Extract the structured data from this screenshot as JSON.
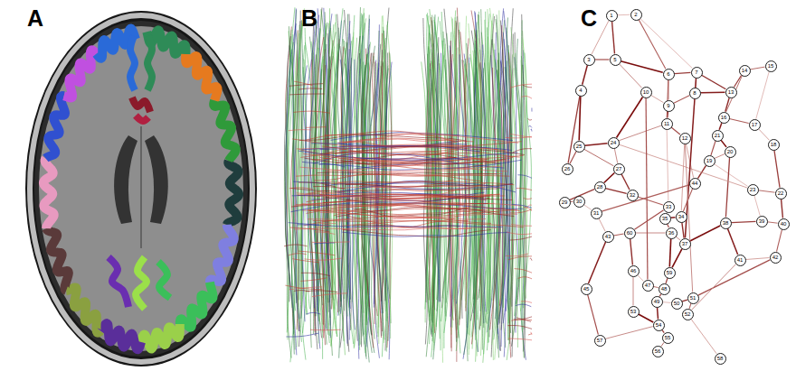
{
  "diagram": {
    "nodes": [
      {
        "text": [
          "1"
        ]
      },
      {
        "text": [
          "2"
        ]
      },
      {
        "text": [
          "3"
        ]
      },
      {
        "text": [
          "4"
        ]
      },
      {
        "text": [
          "5"
        ]
      },
      {
        "text": [
          "6"
        ]
      },
      {
        "text": [
          "7"
        ]
      },
      {
        "text": [
          "8"
        ]
      },
      {
        "text": [
          "9"
        ]
      },
      {
        "text": [
          "10"
        ]
      },
      {
        "text": [
          "11"
        ]
      },
      {
        "text": [
          "12"
        ]
      },
      {
        "text": [
          "13"
        ]
      },
      {
        "text": [
          "14"
        ]
      },
      {
        "text": [
          "15"
        ]
      },
      {
        "text": [
          "16"
        ]
      },
      {
        "text": [
          "17"
        ]
      },
      {
        "text": [
          "18"
        ]
      },
      {
        "text": [
          "19"
        ]
      },
      {
        "text": [
          "20"
        ]
      },
      {
        "text": [
          "21"
        ]
      },
      {
        "text": [
          "22"
        ]
      },
      {
        "text": [
          "23"
        ]
      },
      {
        "text": [
          "24"
        ]
      },
      {
        "text": [
          "25"
        ]
      },
      {
        "text": [
          "26"
        ]
      },
      {
        "text": [
          "27"
        ]
      },
      {
        "text": [
          "28"
        ]
      },
      {
        "text": [
          "29"
        ]
      },
      {
        "text": [
          "30"
        ]
      },
      {
        "text": [
          "31"
        ]
      },
      {
        "text": [
          "32"
        ]
      },
      {
        "text": [
          "33"
        ]
      },
      {
        "text": [
          "34"
        ]
      },
      {
        "text": [
          "35"
        ]
      },
      {
        "text": [
          "36"
        ]
      },
      {
        "text": [
          "37"
        ]
      },
      {
        "text": [
          "38"
        ]
      },
      {
        "text": [
          "39"
        ]
      },
      {
        "text": [
          "40"
        ]
      },
      {
        "text": [
          "41"
        ]
      },
      {
        "text": [
          "42"
        ]
      },
      {
        "text": [
          "43"
        ]
      },
      {
        "text": [
          "44"
        ]
      },
      {
        "text": [
          "45"
        ]
      },
      {
        "text": [
          "46"
        ]
      },
      {
        "text": [
          "47"
        ]
      },
      {
        "text": [
          "48"
        ]
      },
      {
        "text": [
          "49"
        ]
      },
      {
        "text": [
          "50"
        ]
      },
      {
        "text": [
          "51"
        ]
      },
      {
        "text": [
          "52"
        ]
      },
      {
        "text": [
          "53"
        ]
      },
      {
        "text": [
          "54"
        ]
      },
      {
        "text": [
          "55"
        ]
      },
      {
        "text": [
          "56"
        ]
      },
      {
        "text": [
          "57"
        ]
      },
      {
        "text": [
          "58"
        ]
      },
      {
        "text": [
          "59"
        ]
      },
      {
        "text": [
          "60"
        ]
      }
    ],
    "edges": [
      {
        "from": 0,
        "to": 1,
        "arrow": "none"
      },
      {
        "from": 0,
        "to": 4,
        "arrow": "none"
      },
      {
        "from": 1,
        "to": 5,
        "arrow": "none"
      },
      {
        "from": 0,
        "to": 2,
        "arrow": "none"
      },
      {
        "from": 2,
        "to": 3,
        "arrow": "none"
      },
      {
        "from": 2,
        "to": 4,
        "arrow": "none"
      },
      {
        "from": 4,
        "to": 9,
        "arrow": "none"
      },
      {
        "from": 4,
        "to": 5,
        "arrow": "none"
      },
      {
        "from": 5,
        "to": 6,
        "arrow": "none"
      },
      {
        "from": 5,
        "to": 8,
        "arrow": "none"
      },
      {
        "from": 6,
        "to": 7,
        "arrow": "none"
      },
      {
        "from": 6,
        "to": 12,
        "arrow": "none"
      },
      {
        "from": 7,
        "to": 8,
        "arrow": "none"
      },
      {
        "from": 8,
        "to": 9,
        "arrow": "none"
      },
      {
        "from": 8,
        "to": 10,
        "arrow": "none"
      },
      {
        "from": 10,
        "to": 11,
        "arrow": "none"
      },
      {
        "from": 10,
        "to": 23,
        "arrow": "none"
      },
      {
        "from": 9,
        "to": 23,
        "arrow": "none"
      },
      {
        "from": 12,
        "to": 13,
        "arrow": "none"
      },
      {
        "from": 13,
        "to": 14,
        "arrow": "none"
      },
      {
        "from": 14,
        "to": 16,
        "arrow": "none"
      },
      {
        "from": 12,
        "to": 15,
        "arrow": "none"
      },
      {
        "from": 15,
        "to": 16,
        "arrow": "none"
      },
      {
        "from": 16,
        "to": 17,
        "arrow": "none"
      },
      {
        "from": 15,
        "to": 20,
        "arrow": "none"
      },
      {
        "from": 20,
        "to": 18,
        "arrow": "none"
      },
      {
        "from": 19,
        "to": 18,
        "arrow": "none"
      },
      {
        "from": 19,
        "to": 20,
        "arrow": "none"
      },
      {
        "from": 17,
        "to": 21,
        "arrow": "none"
      },
      {
        "from": 21,
        "to": 22,
        "arrow": "none"
      },
      {
        "from": 22,
        "to": 18,
        "arrow": "none"
      },
      {
        "from": 18,
        "to": 43,
        "arrow": "none"
      },
      {
        "from": 43,
        "to": 33,
        "arrow": "none"
      },
      {
        "from": 11,
        "to": 33,
        "arrow": "none"
      },
      {
        "from": 23,
        "to": 24,
        "arrow": "none"
      },
      {
        "from": 24,
        "to": 25,
        "arrow": "none"
      },
      {
        "from": 23,
        "to": 26,
        "arrow": "none"
      },
      {
        "from": 26,
        "to": 27,
        "arrow": "none"
      },
      {
        "from": 27,
        "to": 28,
        "arrow": "none"
      },
      {
        "from": 28,
        "to": 29,
        "arrow": "none"
      },
      {
        "from": 29,
        "to": 30,
        "arrow": "none"
      },
      {
        "from": 27,
        "to": 31,
        "arrow": "none"
      },
      {
        "from": 31,
        "to": 32,
        "arrow": "none"
      },
      {
        "from": 32,
        "to": 34,
        "arrow": "none"
      },
      {
        "from": 33,
        "to": 34,
        "arrow": "none"
      },
      {
        "from": 34,
        "to": 35,
        "arrow": "none"
      },
      {
        "from": 35,
        "to": 36,
        "arrow": "none"
      },
      {
        "from": 36,
        "to": 37,
        "arrow": "none"
      },
      {
        "from": 37,
        "to": 38,
        "arrow": "none"
      },
      {
        "from": 38,
        "to": 39,
        "arrow": "none"
      },
      {
        "from": 22,
        "to": 38,
        "arrow": "none"
      },
      {
        "from": 21,
        "to": 39,
        "arrow": "none"
      },
      {
        "from": 39,
        "to": 41,
        "arrow": "none"
      },
      {
        "from": 40,
        "to": 41,
        "arrow": "none"
      },
      {
        "from": 37,
        "to": 40,
        "arrow": "none"
      },
      {
        "from": 41,
        "to": 50,
        "arrow": "none"
      },
      {
        "from": 40,
        "to": 51,
        "arrow": "none"
      },
      {
        "from": 36,
        "to": 58,
        "arrow": "none"
      },
      {
        "from": 58,
        "to": 47,
        "arrow": "none"
      },
      {
        "from": 47,
        "to": 46,
        "arrow": "none"
      },
      {
        "from": 46,
        "to": 45,
        "arrow": "none"
      },
      {
        "from": 45,
        "to": 59,
        "arrow": "none"
      },
      {
        "from": 59,
        "to": 42,
        "arrow": "none"
      },
      {
        "from": 42,
        "to": 30,
        "arrow": "none"
      },
      {
        "from": 42,
        "to": 44,
        "arrow": "none"
      },
      {
        "from": 44,
        "to": 56,
        "arrow": "none"
      },
      {
        "from": 45,
        "to": 52,
        "arrow": "none"
      },
      {
        "from": 52,
        "to": 53,
        "arrow": "none"
      },
      {
        "from": 53,
        "to": 54,
        "arrow": "none"
      },
      {
        "from": 54,
        "to": 55,
        "arrow": "none"
      },
      {
        "from": 48,
        "to": 49,
        "arrow": "none"
      },
      {
        "from": 49,
        "to": 50,
        "arrow": "none"
      },
      {
        "from": 50,
        "to": 51,
        "arrow": "none"
      },
      {
        "from": 51,
        "to": 57,
        "arrow": "none"
      },
      {
        "from": 48,
        "to": 53,
        "arrow": "none"
      },
      {
        "from": 47,
        "to": 48,
        "arrow": "none"
      },
      {
        "from": 56,
        "to": 53,
        "arrow": "none"
      },
      {
        "from": 3,
        "to": 24,
        "arrow": "none"
      },
      {
        "from": 3,
        "to": 25,
        "arrow": "none"
      },
      {
        "from": 24,
        "to": 26,
        "arrow": "none"
      },
      {
        "from": 10,
        "to": 32,
        "arrow": "none"
      },
      {
        "from": 33,
        "to": 36,
        "arrow": "none"
      },
      {
        "from": 5,
        "to": 10,
        "arrow": "none"
      },
      {
        "from": 11,
        "to": 43,
        "arrow": "none"
      },
      {
        "from": 7,
        "to": 12,
        "arrow": "none"
      },
      {
        "from": 32,
        "to": 59,
        "arrow": "none"
      },
      {
        "from": 35,
        "to": 59,
        "arrow": "none"
      },
      {
        "from": 35,
        "to": 58,
        "arrow": "none"
      },
      {
        "from": 19,
        "to": 37,
        "arrow": "none"
      },
      {
        "from": 13,
        "to": 15,
        "arrow": "none"
      },
      {
        "from": 1,
        "to": 6,
        "arrow": "none"
      },
      {
        "from": 26,
        "to": 31,
        "arrow": "none"
      },
      {
        "from": 30,
        "to": 43,
        "arrow": "none"
      },
      {
        "from": 23,
        "to": 22,
        "arrow": "none"
      },
      {
        "from": 6,
        "to": 36,
        "arrow": "none"
      },
      {
        "from": 9,
        "to": 46,
        "arrow": "none"
      },
      {
        "from": 11,
        "to": 50,
        "arrow": "none"
      }
    ],
    "labels": [
      "A",
      "B",
      "C"
    ]
  }
}
